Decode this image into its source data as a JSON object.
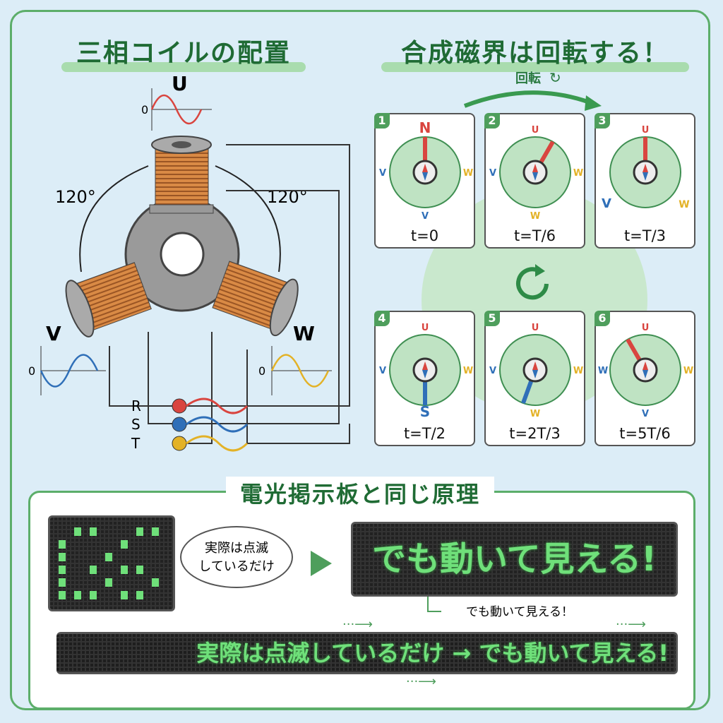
{
  "left_title": "三相コイルの配置",
  "right_title": "合成磁界は回転する！",
  "bottom_title": "電光掲示板と同じ原理",
  "coils": {
    "u": "U",
    "v": "V",
    "w": "W",
    "zero": "0",
    "angle1": "120°",
    "angle2": "120°"
  },
  "phases": [
    "R",
    "S",
    "T"
  ],
  "rotation_label": "回転",
  "colors": {
    "u": "#d9453f",
    "v": "#2f6fb8",
    "w": "#e3b227",
    "green": "#4e9e5c"
  },
  "cards": [
    {
      "num": "1",
      "time": "t=0",
      "field_angle_deg": 0,
      "labels": {
        "top": "N",
        "left": "V",
        "right": "W",
        "bottom": "V"
      }
    },
    {
      "num": "2",
      "time": "t=T/6",
      "field_angle_deg": 30,
      "labels": {
        "top": "U",
        "left": "V",
        "right": "W",
        "bottom": "W"
      }
    },
    {
      "num": "3",
      "time": "t=T/3",
      "field_angle_deg": 0,
      "labels": {
        "top": "U",
        "left": "",
        "right": "",
        "bottom": "",
        "bl": "V",
        "br": "W"
      }
    },
    {
      "num": "4",
      "time": "t=T/2",
      "field_angle_deg": 180,
      "labels": {
        "top": "U",
        "left": "V",
        "right": "W",
        "bottom": "S"
      }
    },
    {
      "num": "5",
      "time": "t=2T/3",
      "field_angle_deg": 200,
      "labels": {
        "top": "U",
        "left": "V",
        "right": "W",
        "bottom": "W"
      }
    },
    {
      "num": "6",
      "time": "t=5T/6",
      "field_angle_deg": 330,
      "labels": {
        "top": "U",
        "left": "W",
        "right": "W",
        "bottom": "V"
      }
    }
  ],
  "bubble": {
    "line1": "実際は点滅",
    "line2": "しているだけ"
  },
  "big_sign": "でも動いて見える!",
  "sign_caption": "でも動いて見える！",
  "ticker": "実際は点滅しているだけ → でも動いて見える!"
}
